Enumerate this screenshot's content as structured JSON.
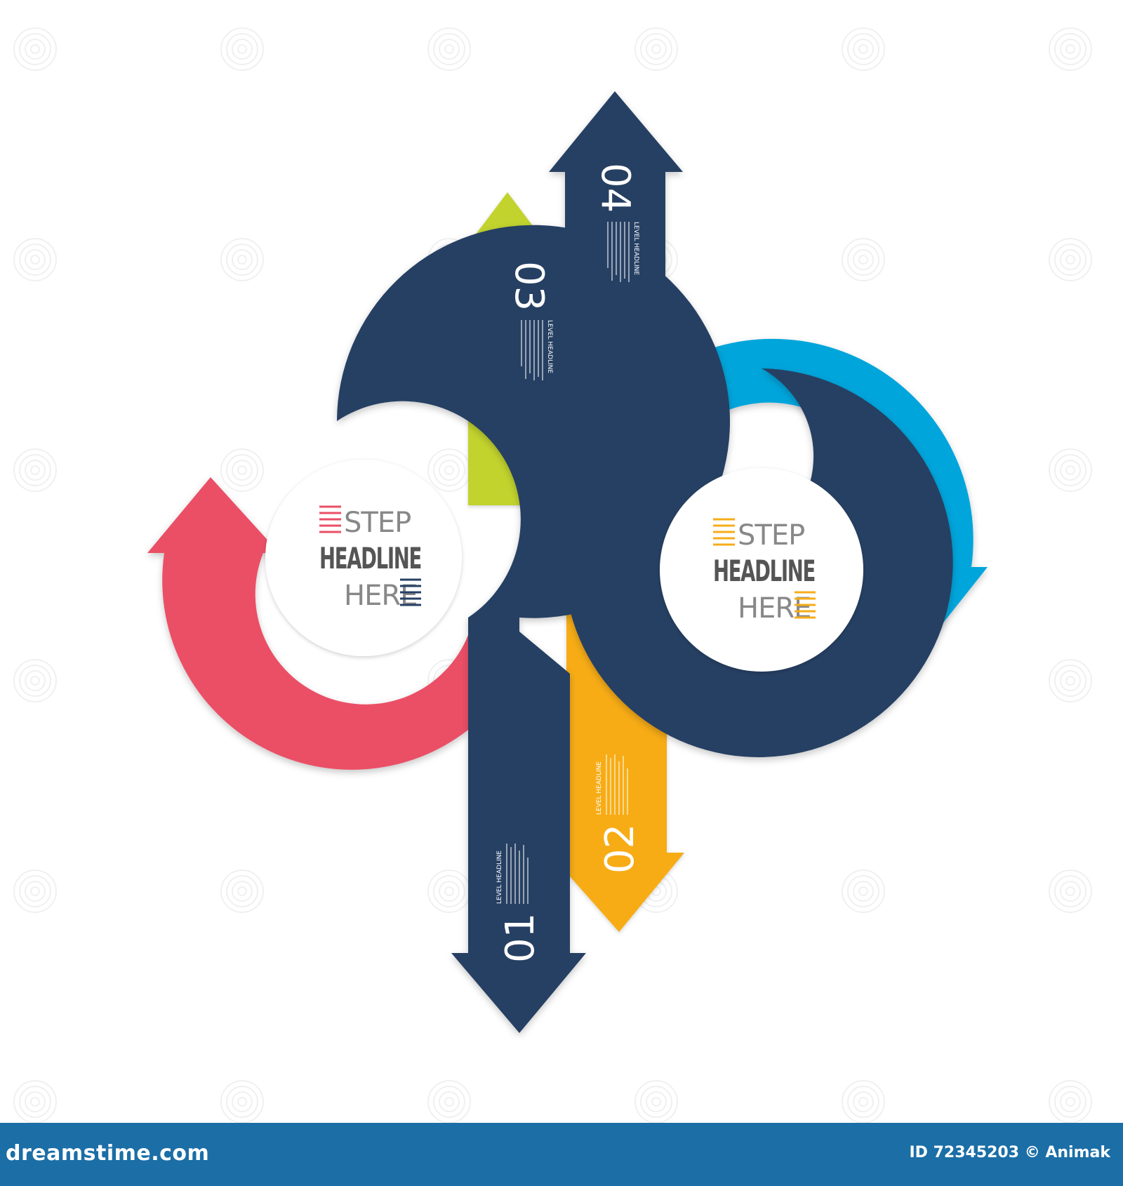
{
  "palette": {
    "navy": "#263f63",
    "red": "#ea4f66",
    "blue": "#06a5db",
    "green": "#c2d32d",
    "orange": "#f7ac19",
    "grey_text": "#555555",
    "grey_light": "#888888",
    "footer": "#1b6ea6"
  },
  "left_badge": {
    "line1": "STEP",
    "line2": "HEADLINE",
    "line3": "HERE",
    "accent": "#ea4f66"
  },
  "right_badge": {
    "line1": "STEP",
    "line2": "HEADLINE",
    "line3": "HERE",
    "accent": "#f7ac19"
  },
  "steps": [
    {
      "number": "01",
      "label": "LEVEL HEADLINE",
      "color": "#263f63",
      "direction": "down"
    },
    {
      "number": "02",
      "label": "LEVEL HEADLINE",
      "color": "#f7ac19",
      "direction": "down"
    },
    {
      "number": "03",
      "label": "LEVEL HEADLINE",
      "color": "#c2d32d",
      "direction": "up"
    },
    {
      "number": "04",
      "label": "LEVEL HEADLINE",
      "color": "#263f63",
      "direction": "up"
    }
  ],
  "watermark": "dreamstime",
  "footer": {
    "site": "dreamstime.com",
    "credit": "ID 72345203 © Animak"
  }
}
